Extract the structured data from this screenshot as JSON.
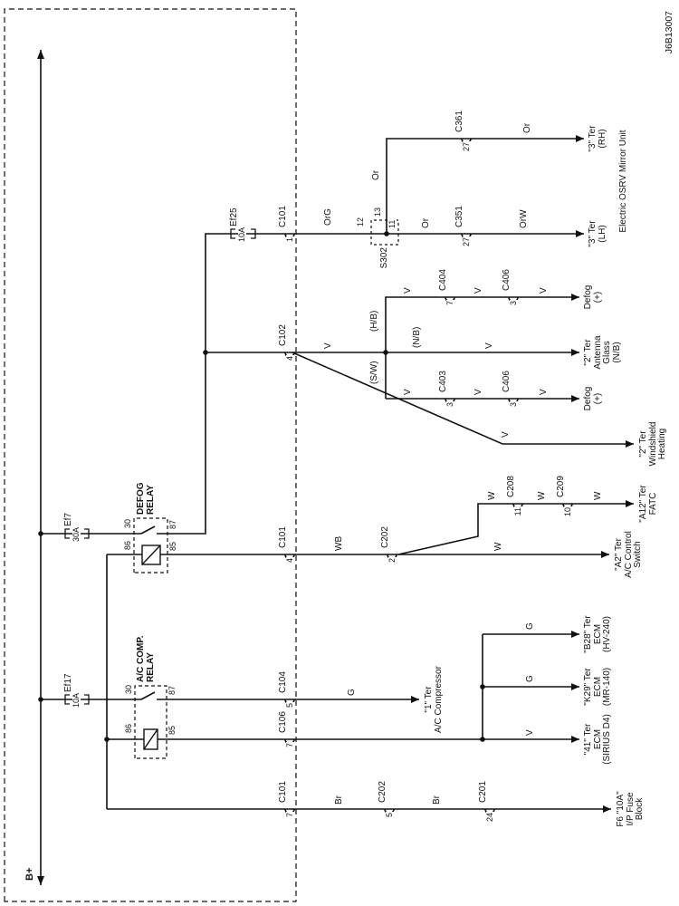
{
  "doc_code": "J6B13007",
  "bus": {
    "label": "B+"
  },
  "fuses": {
    "ef7": {
      "name": "Ef7",
      "rating": "30A"
    },
    "ef17": {
      "name": "Ef17",
      "rating": "10A"
    },
    "ef25": {
      "name": "Ef25",
      "rating": "10A"
    }
  },
  "relays": {
    "defog": {
      "line1": "DEFOG",
      "line2": "RELAY",
      "t30": "30",
      "t87": "87",
      "t86": "86",
      "t85": "85"
    },
    "ac": {
      "line1": "A/C COMP.",
      "line2": "RELAY",
      "t30": "30",
      "t87": "87",
      "t86": "86",
      "t85": "85"
    }
  },
  "splice": {
    "name": "S302",
    "pin_in": "12",
    "pin_branch": "13",
    "pin_out": "11"
  },
  "connectors": {
    "c101_top": {
      "name": "C101",
      "pin": "1"
    },
    "c351": {
      "name": "C351",
      "pin": "27"
    },
    "c361": {
      "name": "C361",
      "pin": "27"
    },
    "c102": {
      "name": "C102",
      "pin": "4"
    },
    "c404": {
      "name": "C404",
      "pin": "7"
    },
    "c406_hb": {
      "name": "C406",
      "pin": "3"
    },
    "c403": {
      "name": "C403",
      "pin": "3"
    },
    "c406_sw": {
      "name": "C406",
      "pin": "3"
    },
    "c101_mid": {
      "name": "C101",
      "pin": "4"
    },
    "c202_mid": {
      "name": "C202",
      "pin": "2"
    },
    "c208": {
      "name": "C208",
      "pin": "11"
    },
    "c209": {
      "name": "C209",
      "pin": "10"
    },
    "c104": {
      "name": "C104",
      "pin": "5"
    },
    "c106": {
      "name": "C106",
      "pin": "7"
    },
    "c101_bot": {
      "name": "C101",
      "pin": "7"
    },
    "c202_bot": {
      "name": "C202",
      "pin": "5"
    },
    "c201": {
      "name": "C201",
      "pin": "24"
    }
  },
  "wire_labels": {
    "org": "OrG",
    "or_mid": "Or",
    "or_branch": "Or",
    "or_rh": "Or",
    "orw": "OrW",
    "v_c102": "V",
    "hb": "(H/B)",
    "sw": "(S/W)",
    "nb": "(N/B)",
    "v_hb1": "V",
    "v_hb2": "V",
    "v_hb3": "V",
    "v_sw1": "V",
    "v_sw2": "V",
    "v_sw3": "V",
    "v_nb": "V",
    "v_ws": "V",
    "wb": "WB",
    "w_main": "W",
    "w_f1": "W",
    "w_f2": "W",
    "w_f3": "W",
    "g_comp": "G",
    "g_b28": "G",
    "g_k29": "G",
    "v_41": "V",
    "br1": "Br",
    "br2": "Br"
  },
  "destinations": {
    "rh": {
      "l1": "\"3\" Ter",
      "l2": "(RH)"
    },
    "lh": {
      "l1": "\"3\" Ter",
      "l2": "(LH)"
    },
    "mirror": {
      "l1": "Electric OSRV Mirror Unit"
    },
    "defog_hb": {
      "l1": "Defog",
      "l2": "(+)"
    },
    "antenna": {
      "l1": "\"2\" Ter",
      "l2": "Antenna",
      "l3": "Glass",
      "l4": "(N/B)"
    },
    "defog_sw": {
      "l1": "Defog",
      "l2": "(+)"
    },
    "windshield": {
      "l1": "\"2\" Ter",
      "l2": "Windshield",
      "l3": "Heating"
    },
    "fatc": {
      "l1": "\"A12\" Ter",
      "l2": "FATC"
    },
    "ac_switch": {
      "l1": "\"A2\" Ter",
      "l2": "A/C Control",
      "l3": "Switch"
    },
    "b28": {
      "l1": "\"B28\" Ter",
      "l2": "ECM",
      "l3": "(HV-240)"
    },
    "k29": {
      "l1": "\"K29\" Ter",
      "l2": "ECM",
      "l3": "(MR-140)"
    },
    "ecm41": {
      "l1": "\"41\" Ter",
      "l2": "ECM",
      "l3": "(SIRIUS D4)"
    },
    "compressor": {
      "l1": "\"1\" Ter",
      "l2": "A/C Compressor"
    },
    "f6": {
      "l1": "F6 \"10A\"",
      "l2": "I/P Fuse",
      "l3": "Block"
    }
  },
  "colors": {
    "ink": "#111111",
    "background": "#ffffff"
  }
}
